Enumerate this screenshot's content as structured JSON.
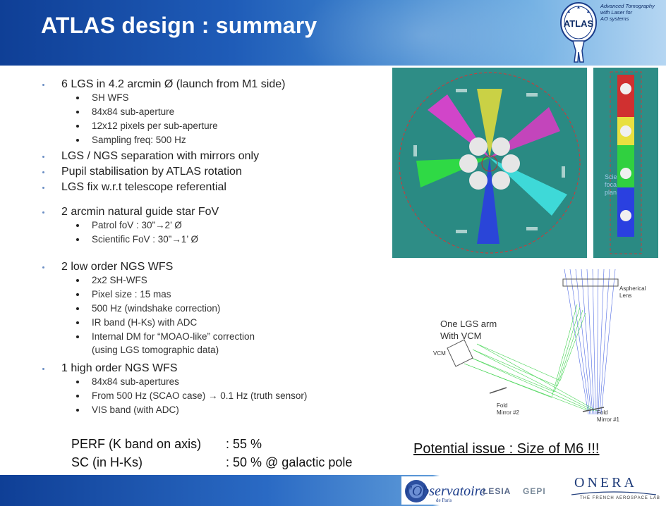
{
  "header": {
    "title": "ATLAS design : summary",
    "logo_text": "ATLAS",
    "logo_tagline": [
      "Advanced Tomography",
      "with Laser for",
      "AO systems"
    ]
  },
  "bullets": [
    {
      "level": 1,
      "text": "6 LGS in 4.2 arcmin Ø (launch from M1 side)"
    },
    {
      "level": 2,
      "text": "SH WFS"
    },
    {
      "level": 2,
      "text": "84x84 sub-aperture"
    },
    {
      "level": 2,
      "text": "12x12 pixels per sub-aperture"
    },
    {
      "level": 2,
      "text": "Sampling freq: 500 Hz"
    },
    {
      "level": 1,
      "text": "LGS / NGS separation with mirrors only"
    },
    {
      "level": 1,
      "text": "Pupil stabilisation by ATLAS rotation"
    },
    {
      "level": 1,
      "text": "LGS fix w.r.t telescope referential"
    },
    {
      "level": 1,
      "text": "2 arcmin natural guide star FoV"
    },
    {
      "level": 2,
      "text": "Patrol foV       : 30”→2’ Ø"
    },
    {
      "level": 2,
      "text": "Scientific FoV : 30”→1’ Ø"
    },
    {
      "level": 1,
      "text": "2 low order NGS WFS"
    },
    {
      "level": 2,
      "text": "2x2 SH-WFS"
    },
    {
      "level": 2,
      "text": "Pixel size : 15 mas"
    },
    {
      "level": 2,
      "text": "500 Hz (windshake correction)"
    },
    {
      "level": 2,
      "text": "IR band (H-Ks) with ADC"
    },
    {
      "level": 2,
      "text": "Internal DM for “MOAO-like” correction"
    },
    {
      "level": 3,
      "text": "(using LGS tomographic data)"
    },
    {
      "level": 1,
      "text": "1 high order NGS WFS"
    },
    {
      "level": 2,
      "text": "84x84 sub-apertures"
    },
    {
      "level": 2,
      "text": "From 500 Hz (SCAO case) → 0.1 Hz (truth sensor)"
    },
    {
      "level": 2,
      "text": "VIS band (with ADC)"
    }
  ],
  "perf": {
    "label": "PERF (K band on axis)",
    "value": ": 55 %"
  },
  "sc": {
    "label": "SC (in H-Ks)",
    "value": ": 50 % @ galactic pole"
  },
  "issue": "Potential issue : Size of M6 !!!",
  "figure_right": {
    "label": [
      "Scie",
      "foca",
      "plan"
    ]
  },
  "figure_arm": {
    "label_line1": "One LGS arm",
    "label_line2": "With VCM",
    "labels": {
      "aspherical": "Aspherical",
      "lens": "Lens",
      "vcm": "VCM",
      "fold2a": "Fold",
      "fold2b": "Mirror #2",
      "fold1a": "Fold",
      "fold1b": "Mirror #1"
    }
  },
  "footer": {
    "obs": "l'Observatoire",
    "obs_sub": "de Paris",
    "lesia": "LESIA",
    "gepi": "GEPI",
    "onera": "ONERA",
    "onera_sub": "THE FRENCH AEROSPACE LAB"
  }
}
